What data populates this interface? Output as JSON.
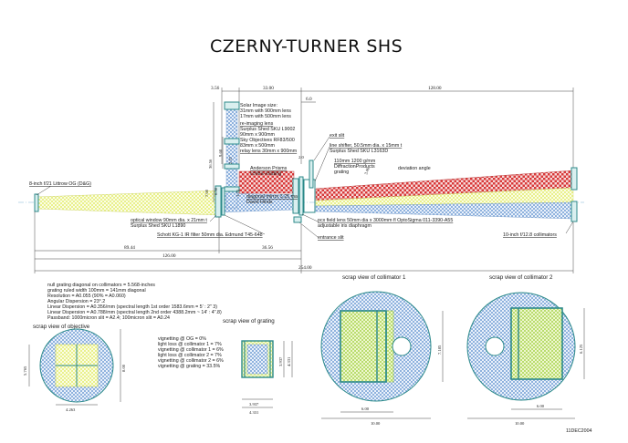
{
  "title": "CZERNY-TURNER SHS",
  "top_dims": {
    "d1": "3.56",
    "d2": "33.00",
    "d3": "128.00",
    "d4": "6.0"
  },
  "solar_image": [
    "Solar Image size:",
    "31mm with 900mm lens",
    "17mm with 500mm lens"
  ],
  "reimaging_lens": [
    "re-imaging lens",
    "Surplus Shed SKU L9002",
    "90mm x 900mm",
    "Sky Objectives RF83/500",
    "83mm x 500mm",
    "relay lens 30mm x 900mm"
  ],
  "exit_slit": "exit slit",
  "line_shifter": [
    "line shifter, 50.5mm dia. x 15mm t",
    "Surplus Shed SKU L3163D"
  ],
  "vertical_dims": {
    "v1": "36.56",
    "v2": "9.68",
    "v3": "2.57",
    "v4": "7.00",
    "v5": "0.50",
    "v6": "1.75",
    "v7": "2.0",
    "v8": "3.46"
  },
  "grating": [
    "110mm 1200 g/mm",
    "DiffractionProducts",
    "grating"
  ],
  "deviation_angle": "deviation angle",
  "anderson_prisms": [
    "Anderson Prisms",
    "contra-rotating"
  ],
  "diagonal_mirror": [
    "diagonal mirror 3.25 ma",
    "David Hinds"
  ],
  "entry_label": "8-inch f/21 Littrow OG (D&G)",
  "optical_window": [
    "optical window 90mm dia. x 21mm t",
    "Surplus Shed SKU L1890"
  ],
  "pcx_lens": [
    "pcx field lens 50mm dia x 3000mm fl OptoSigma 011-3390-A55",
    "adjustable iris diaphragm"
  ],
  "schott_filter": "Schott KG-1 IR filter 50mm dia. Edmund T45-648",
  "entrance_slit": "entrance slit",
  "collimators_label": "10-inch f/12.8 collimators",
  "bottom_dims": {
    "b1": "89.44",
    "b2": "36.56",
    "b3": "126.00",
    "b4": "254.00"
  },
  "specs": [
    "null grating diagonal on collimators = 5.568-inches",
    "grating ruled width 100mm = 141mm diagonal",
    "Resolution = A0.055 (90% = A0.060)",
    "Angular Dispersion = 23°.2",
    "Linear Dispersion = A0.356/mm (spectral length 1st order 1583.6mm = 5' : 2\" 3)",
    "Linear Dispersion = A0.788/mm (spectral length 2nd order 4388.2mm ~ 14' : 4\".8)",
    "Passband: 1000micron slit = A2.4; 100micron slit = A0.24"
  ],
  "scrap_objective": {
    "label": "scrap view of objective",
    "vignetting": [
      "vignetting @ OG = 0%",
      "light loss @ collimator 1 = 7%",
      "vignetting @ collimator 1 = 6%",
      "light loss @ collimator 2 = 7%",
      "vignetting @ collimator 2 = 6%",
      "vignetting @ grating = 33.5%"
    ],
    "dim_h": "4.263",
    "dim_v1": "5.765",
    "dim_v2": "8.00"
  },
  "scrap_grating": {
    "label": "scrap view of grating",
    "dim_h1": "3.937",
    "dim_h2": "4.331",
    "dim_v1": "3.937",
    "dim_v2": "4.331"
  },
  "scrap_coll1": {
    "label": "scrap view of collimator 1",
    "dim_h1": "6.00",
    "dim_h2": "10.00",
    "dim_v": "7.185"
  },
  "scrap_coll2": {
    "label": "scrap view of collimator 2",
    "dim_h1": "6.00",
    "dim_h2": "10.00",
    "dim_v": "6.125"
  },
  "date_stamp": "11DEC2004",
  "colors": {
    "teal": "#2c8a8a",
    "blue_check": "#8fb2dd",
    "yellow_check": "#eef3a0",
    "green_check": "#c4e27e",
    "red_check": "#d83838"
  }
}
